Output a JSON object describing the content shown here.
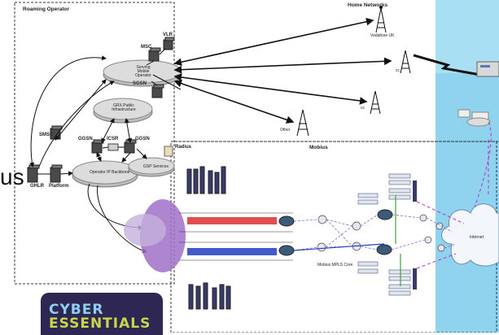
{
  "left_fragment": "us",
  "roaming_panel": {
    "title": "Roaming Operator",
    "nodes": {
      "vlr": "VLR",
      "msc": "MSC",
      "sgsn": "SGSN",
      "serving": "Serving Mobile Operator",
      "grx": "GRX Public Infrastructure",
      "smsc": "SMSC",
      "ggsn_left": "GGSN",
      "ggsn_right": "GGSN",
      "icsr": "ICSR",
      "operator_ip": "Operator IP Backbone",
      "gsp": "GSP Services",
      "ghlr": "GHLR",
      "platform": "Platform"
    }
  },
  "home_networks": {
    "title": "Home Networks",
    "towers": [
      "Vodafone UK",
      "cc",
      "cc",
      "Other"
    ]
  },
  "mobius_panel": {
    "title": "Mobius",
    "radius_label": "Radius",
    "cloud_label": "Internet",
    "mpls_label": "Mobius MPLS Core"
  },
  "badge": {
    "line1": "CYBER",
    "line2": "ESSENTIALS"
  },
  "colors": {
    "badge_bg": "#2f2753",
    "badge_line1": "#8fd0f0",
    "badge_line2": "#c8d64a",
    "right_band": "#8fd3ee",
    "red_link": "#d93030",
    "blue_link": "#2040c0",
    "purple_region": "#a070c8"
  }
}
